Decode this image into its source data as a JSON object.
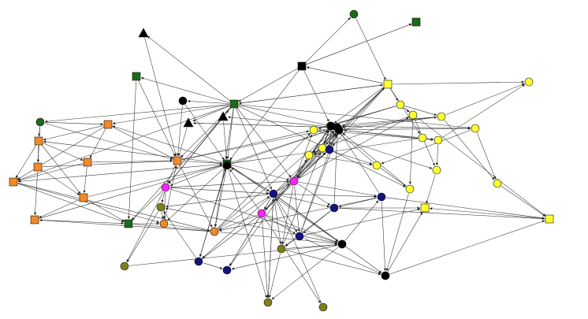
{
  "colors": {
    "edge": "#333333",
    "outline": "#111111",
    "palette": {
      "black": "#000000",
      "green": "#1a6b1a",
      "yellow": "#ffff33",
      "orange": "#f28a28",
      "navy": "#13137f",
      "olive": "#7f7f1a",
      "magenta": "#ff22ff"
    }
  },
  "nodes": [
    {
      "id": "n1",
      "shape": "circle",
      "color": "green"
    },
    {
      "id": "n2",
      "shape": "square",
      "color": "green"
    },
    {
      "id": "n3",
      "shape": "triangle",
      "color": "black"
    },
    {
      "id": "n4",
      "shape": "square",
      "color": "black"
    },
    {
      "id": "n5",
      "shape": "square",
      "color": "green"
    },
    {
      "id": "n6",
      "shape": "square",
      "color": "yellow"
    },
    {
      "id": "n7",
      "shape": "circle",
      "color": "yellow"
    },
    {
      "id": "n8",
      "shape": "circle",
      "color": "black"
    },
    {
      "id": "n9",
      "shape": "square",
      "color": "green"
    },
    {
      "id": "n10",
      "shape": "circle",
      "color": "yellow"
    },
    {
      "id": "n11",
      "shape": "circle",
      "color": "green"
    },
    {
      "id": "n12",
      "shape": "square",
      "color": "orange"
    },
    {
      "id": "n13",
      "shape": "triangle",
      "color": "black"
    },
    {
      "id": "n14",
      "shape": "triangle",
      "color": "black"
    },
    {
      "id": "n15",
      "shape": "circle",
      "color": "yellow"
    },
    {
      "id": "n16",
      "shape": "circle",
      "color": "yellow"
    },
    {
      "id": "n17",
      "shape": "circle",
      "color": "yellow"
    },
    {
      "id": "n18",
      "shape": "circle",
      "color": "yellow"
    },
    {
      "id": "n19",
      "shape": "circle",
      "color": "yellow"
    },
    {
      "id": "n20",
      "shape": "square",
      "color": "orange"
    },
    {
      "id": "n21",
      "shape": "circle",
      "color": "yellow"
    },
    {
      "id": "n22",
      "shape": "circle",
      "color": "black"
    },
    {
      "id": "n23",
      "shape": "circle",
      "color": "yellow"
    },
    {
      "id": "n24",
      "shape": "circle",
      "color": "yellow"
    },
    {
      "id": "n25",
      "shape": "square",
      "color": "orange"
    },
    {
      "id": "n26",
      "shape": "square",
      "color": "orange"
    },
    {
      "id": "n27",
      "shape": "square",
      "color": "orange"
    },
    {
      "id": "n28",
      "shape": "square",
      "color": "green"
    },
    {
      "id": "n29",
      "shape": "circle",
      "color": "yellow"
    },
    {
      "id": "n30",
      "shape": "circle",
      "color": "yellow"
    },
    {
      "id": "n31",
      "shape": "circle",
      "color": "yellow"
    },
    {
      "id": "n32",
      "shape": "circle",
      "color": "yellow"
    },
    {
      "id": "n33",
      "shape": "square",
      "color": "orange"
    },
    {
      "id": "n34",
      "shape": "circle",
      "color": "magenta"
    },
    {
      "id": "n35",
      "shape": "circle",
      "color": "magenta"
    },
    {
      "id": "n36",
      "shape": "circle",
      "color": "navy"
    },
    {
      "id": "n37",
      "shape": "circle",
      "color": "navy"
    },
    {
      "id": "n38",
      "shape": "circle",
      "color": "yellow"
    },
    {
      "id": "n39",
      "shape": "circle",
      "color": "navy"
    },
    {
      "id": "n40",
      "shape": "square",
      "color": "orange"
    },
    {
      "id": "n41",
      "shape": "circle",
      "color": "navy"
    },
    {
      "id": "n42",
      "shape": "circle",
      "color": "olive"
    },
    {
      "id": "n43",
      "shape": "square",
      "color": "yellow"
    },
    {
      "id": "n44",
      "shape": "circle",
      "color": "magenta"
    },
    {
      "id": "n45",
      "shape": "square",
      "color": "orange"
    },
    {
      "id": "n46",
      "shape": "square",
      "color": "green"
    },
    {
      "id": "n47",
      "shape": "circle",
      "color": "orange"
    },
    {
      "id": "n48",
      "shape": "circle",
      "color": "black"
    },
    {
      "id": "n49",
      "shape": "square",
      "color": "yellow"
    },
    {
      "id": "n50",
      "shape": "circle",
      "color": "navy"
    },
    {
      "id": "n51",
      "shape": "circle",
      "color": "black"
    },
    {
      "id": "n52",
      "shape": "circle",
      "color": "olive"
    },
    {
      "id": "n53",
      "shape": "circle",
      "color": "olive"
    },
    {
      "id": "n54",
      "shape": "circle",
      "color": "navy"
    },
    {
      "id": "n55",
      "shape": "circle",
      "color": "navy"
    },
    {
      "id": "n56",
      "shape": "circle",
      "color": "black"
    },
    {
      "id": "n57",
      "shape": "circle",
      "color": "navy"
    },
    {
      "id": "n58",
      "shape": "circle",
      "color": "olive"
    },
    {
      "id": "n59",
      "shape": "circle",
      "color": "olive"
    },
    {
      "id": "n60",
      "shape": "circle",
      "color": "orange"
    },
    {
      "id": "n61",
      "shape": "circle",
      "color": "black"
    },
    {
      "id": "n62",
      "shape": "circle",
      "color": "black"
    },
    {
      "id": "n63",
      "shape": "circle",
      "color": "black"
    },
    {
      "id": "n64",
      "shape": "circle",
      "color": "black"
    }
  ],
  "edges": [
    [
      "n4",
      "n1"
    ],
    [
      "n4",
      "n2"
    ],
    [
      "n1",
      "n6"
    ],
    [
      "n6",
      "n4"
    ],
    [
      "n4",
      "n2"
    ],
    [
      "n4",
      "n28"
    ],
    [
      "n4",
      "n63"
    ],
    [
      "n6",
      "n7"
    ],
    [
      "n6",
      "n10"
    ],
    [
      "n6",
      "n16"
    ],
    [
      "n6",
      "n37"
    ],
    [
      "n6",
      "n23"
    ],
    [
      "n6",
      "n62"
    ],
    [
      "n6",
      "n21"
    ],
    [
      "n10",
      "n49"
    ],
    [
      "n10",
      "n16"
    ],
    [
      "n10",
      "n15"
    ],
    [
      "n10",
      "n17"
    ],
    [
      "n15",
      "n19"
    ],
    [
      "n15",
      "n24"
    ],
    [
      "n15",
      "n31"
    ],
    [
      "n16",
      "n19"
    ],
    [
      "n16",
      "n21"
    ],
    [
      "n17",
      "n21"
    ],
    [
      "n17",
      "n31"
    ],
    [
      "n17",
      "n38"
    ],
    [
      "n19",
      "n32"
    ],
    [
      "n19",
      "n30"
    ],
    [
      "n21",
      "n29"
    ],
    [
      "n21",
      "n30"
    ],
    [
      "n21",
      "n37"
    ],
    [
      "n21",
      "n16"
    ],
    [
      "n23",
      "n29"
    ],
    [
      "n23",
      "n24"
    ],
    [
      "n23",
      "n62"
    ],
    [
      "n24",
      "n31"
    ],
    [
      "n29",
      "n37"
    ],
    [
      "n29",
      "n30"
    ],
    [
      "n30",
      "n38"
    ],
    [
      "n31",
      "n43"
    ],
    [
      "n30",
      "n63"
    ],
    [
      "n32",
      "n49"
    ],
    [
      "n38",
      "n62"
    ],
    [
      "n49",
      "n43"
    ],
    [
      "n38",
      "n55"
    ],
    [
      "n9",
      "n8"
    ],
    [
      "n9",
      "n3"
    ],
    [
      "n9",
      "n5"
    ],
    [
      "n9",
      "n11"
    ],
    [
      "n9",
      "n12"
    ],
    [
      "n9",
      "n13"
    ],
    [
      "n9",
      "n14"
    ],
    [
      "n9",
      "n26"
    ],
    [
      "n9",
      "n28"
    ],
    [
      "n9",
      "n33"
    ],
    [
      "n9",
      "n34"
    ],
    [
      "n9",
      "n36"
    ],
    [
      "n9",
      "n37"
    ],
    [
      "n9",
      "n22"
    ],
    [
      "n9",
      "n19"
    ],
    [
      "n9",
      "n6"
    ],
    [
      "n9",
      "n35"
    ],
    [
      "n9",
      "n60"
    ],
    [
      "n5",
      "n26"
    ],
    [
      "n5",
      "n46"
    ],
    [
      "n3",
      "n26"
    ],
    [
      "n8",
      "n26"
    ],
    [
      "n8",
      "n28"
    ],
    [
      "n11",
      "n25"
    ],
    [
      "n11",
      "n12"
    ],
    [
      "n11",
      "n20"
    ],
    [
      "n12",
      "n20"
    ],
    [
      "n12",
      "n27"
    ],
    [
      "n12",
      "n33"
    ],
    [
      "n20",
      "n25"
    ],
    [
      "n20",
      "n27"
    ],
    [
      "n20",
      "n33"
    ],
    [
      "n20",
      "n40"
    ],
    [
      "n25",
      "n40"
    ],
    [
      "n25",
      "n45"
    ],
    [
      "n27",
      "n33"
    ],
    [
      "n27",
      "n40"
    ],
    [
      "n27",
      "n26"
    ],
    [
      "n33",
      "n46"
    ],
    [
      "n33",
      "n47"
    ],
    [
      "n33",
      "n60"
    ],
    [
      "n40",
      "n45"
    ],
    [
      "n40",
      "n46"
    ],
    [
      "n45",
      "n46"
    ],
    [
      "n12",
      "n26"
    ],
    [
      "n26",
      "n28"
    ],
    [
      "n26",
      "n34"
    ],
    [
      "n26",
      "n60"
    ],
    [
      "n26",
      "n22"
    ],
    [
      "n26",
      "n15"
    ],
    [
      "n28",
      "n34"
    ],
    [
      "n28",
      "n36"
    ],
    [
      "n28",
      "n33"
    ],
    [
      "n28",
      "n20"
    ],
    [
      "n28",
      "n12"
    ],
    [
      "n28",
      "n37"
    ],
    [
      "n28",
      "n51"
    ],
    [
      "n28",
      "n56"
    ],
    [
      "n28",
      "n35"
    ],
    [
      "n28",
      "n54"
    ],
    [
      "n28",
      "n22"
    ],
    [
      "n34",
      "n36"
    ],
    [
      "n34",
      "n47"
    ],
    [
      "n34",
      "n46"
    ],
    [
      "n34",
      "n56"
    ],
    [
      "n34",
      "n42"
    ],
    [
      "n34",
      "n52"
    ],
    [
      "n36",
      "n44"
    ],
    [
      "n36",
      "n39"
    ],
    [
      "n36",
      "n41"
    ],
    [
      "n36",
      "n50"
    ],
    [
      "n36",
      "n51"
    ],
    [
      "n36",
      "n53"
    ],
    [
      "n36",
      "n54"
    ],
    [
      "n36",
      "n55"
    ],
    [
      "n36",
      "n56"
    ],
    [
      "n36",
      "n57"
    ],
    [
      "n36",
      "n58"
    ],
    [
      "n36",
      "n61"
    ],
    [
      "n36",
      "n35"
    ],
    [
      "n36",
      "n42"
    ],
    [
      "n35",
      "n37"
    ],
    [
      "n35",
      "n39"
    ],
    [
      "n35",
      "n41"
    ],
    [
      "n35",
      "n44"
    ],
    [
      "n35",
      "n50"
    ],
    [
      "n35",
      "n53"
    ],
    [
      "n35",
      "n63"
    ],
    [
      "n35",
      "n62"
    ],
    [
      "n35",
      "n22"
    ],
    [
      "n35",
      "n15"
    ],
    [
      "n35",
      "n16"
    ],
    [
      "n35",
      "n17"
    ],
    [
      "n44",
      "n51"
    ],
    [
      "n44",
      "n54"
    ],
    [
      "n44",
      "n57"
    ],
    [
      "n44",
      "n58"
    ],
    [
      "n44",
      "n59"
    ],
    [
      "n44",
      "n56"
    ],
    [
      "n44",
      "n48"
    ],
    [
      "n44",
      "n50"
    ],
    [
      "n41",
      "n50"
    ],
    [
      "n41",
      "n43"
    ],
    [
      "n41",
      "n49"
    ],
    [
      "n41",
      "n53"
    ],
    [
      "n39",
      "n48"
    ],
    [
      "n39",
      "n49"
    ],
    [
      "n39",
      "n55"
    ],
    [
      "n39",
      "n41"
    ],
    [
      "n50",
      "n53"
    ],
    [
      "n50",
      "n55"
    ],
    [
      "n50",
      "n62"
    ],
    [
      "n50",
      "n43"
    ],
    [
      "n53",
      "n64"
    ],
    [
      "n53",
      "n58"
    ],
    [
      "n53",
      "n56"
    ],
    [
      "n51",
      "n47"
    ],
    [
      "n51",
      "n54"
    ],
    [
      "n51",
      "n58"
    ],
    [
      "n51",
      "n60"
    ],
    [
      "n54",
      "n57"
    ],
    [
      "n54",
      "n42"
    ],
    [
      "n56",
      "n57"
    ],
    [
      "n56",
      "n58"
    ],
    [
      "n56",
      "n42"
    ],
    [
      "n42",
      "n52"
    ],
    [
      "n42",
      "n47"
    ],
    [
      "n47",
      "n60"
    ],
    [
      "n60",
      "n22"
    ],
    [
      "n60",
      "n15"
    ],
    [
      "n60",
      "n36"
    ],
    [
      "n60",
      "n45"
    ],
    [
      "n46",
      "n60"
    ],
    [
      "n46",
      "n47"
    ],
    [
      "n52",
      "n56"
    ],
    [
      "n22",
      "n62"
    ],
    [
      "n22",
      "n63"
    ],
    [
      "n22",
      "n37"
    ],
    [
      "n22",
      "n13"
    ],
    [
      "n22",
      "n14"
    ],
    [
      "n63",
      "n37"
    ],
    [
      "n63",
      "n21"
    ],
    [
      "n63",
      "n16"
    ],
    [
      "n63",
      "n62"
    ],
    [
      "n37",
      "n62"
    ],
    [
      "n37",
      "n38"
    ],
    [
      "n37",
      "n44"
    ],
    [
      "n37",
      "n35"
    ],
    [
      "n62",
      "n24"
    ],
    [
      "n62",
      "n18"
    ],
    [
      "n62",
      "n29"
    ],
    [
      "n62",
      "n35"
    ],
    [
      "n14",
      "n28"
    ],
    [
      "n14",
      "n34"
    ],
    [
      "n13",
      "n26"
    ],
    [
      "n13",
      "n22"
    ],
    [
      "n55",
      "n43"
    ],
    [
      "n55",
      "n49"
    ],
    [
      "n48",
      "n61"
    ],
    [
      "n61",
      "n39"
    ],
    [
      "n24",
      "n7"
    ],
    [
      "n18",
      "n7"
    ],
    [
      "n18",
      "n63"
    ],
    [
      "n18",
      "n22"
    ],
    [
      "n10",
      "n18"
    ],
    [
      "n18",
      "n32"
    ],
    [
      "n51",
      "n22"
    ],
    [
      "n54",
      "n28"
    ],
    [
      "n57",
      "n63"
    ],
    [
      "n58",
      "n36"
    ],
    [
      "n59",
      "n36"
    ],
    [
      "n41",
      "n22"
    ],
    [
      "n44",
      "n6"
    ],
    [
      "n53",
      "n21"
    ],
    [
      "n47",
      "n26"
    ],
    [
      "n45",
      "n28"
    ],
    [
      "n25",
      "n26"
    ],
    [
      "n40",
      "n28"
    ],
    [
      "n11",
      "n26"
    ],
    [
      "n9",
      "n46"
    ],
    [
      "n4",
      "n9"
    ],
    [
      "n6",
      "n9"
    ],
    [
      "n34",
      "n35"
    ],
    [
      "n36",
      "n62"
    ],
    [
      "n36",
      "n37"
    ],
    [
      "n35",
      "n29"
    ],
    [
      "n44",
      "n22"
    ],
    [
      "n50",
      "n22"
    ],
    [
      "n39",
      "n22"
    ]
  ]
}
